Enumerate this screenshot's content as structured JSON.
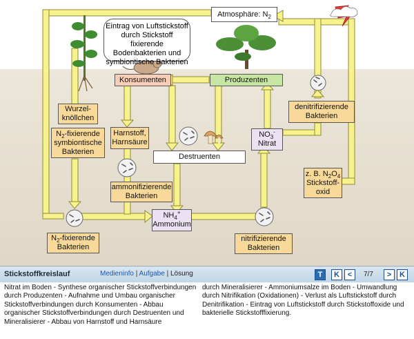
{
  "nodes": {
    "atmosphere": {
      "label": "Atmosphäre: N",
      "sub": "2"
    },
    "bubble_text": "Eintrag von Luftstickstoff durch Stickstoff fixierende Bodenbakterien und symbiontische Bakterien",
    "konsumenten": "Konsumenten",
    "produzenten": "Produzenten",
    "wurzel": [
      "Wurzel-",
      "knöllchen"
    ],
    "n2_fix_sym": {
      "prefix": "N",
      "sub": "2",
      "rest": "-fixierende",
      "line2": "symbiontische",
      "line3": "Bakterien"
    },
    "harnstoff": [
      "Harnstoff,",
      "Harnsäure"
    ],
    "destruenten": "Destruenten",
    "no3": {
      "a": "NO",
      "sub": "3",
      "sup": "-",
      "line2": "Nitrat"
    },
    "denitrif": [
      "denitrifizierende",
      "Bakterien"
    ],
    "stickstoffoxid": {
      "a": "z. B. N",
      "sub1": "2",
      "b": "O",
      "sub2": "4",
      "line2": "Stickstoff-",
      "line3": "oxid"
    },
    "ammonifiz": [
      "ammonifizierende",
      "Bakterien"
    ],
    "nh4": {
      "a": "NH",
      "sub": "4",
      "sup": "+",
      "line2": "Ammonium"
    },
    "n2_fix_bak": {
      "prefix": "N",
      "sub": "2",
      "rest": "-fixierende",
      "line2": "Bakterien"
    },
    "nitrif": [
      "nitrifizierende",
      "Bakterien"
    ]
  },
  "bar": {
    "title": "Stickstoffkreislauf",
    "links": [
      "Medieninfo",
      "Aufgabe",
      "Lösung"
    ],
    "page": "7/7",
    "buttons": [
      "T",
      "K",
      "<",
      ">",
      "K"
    ]
  },
  "description": {
    "col1": "Nitrat im Boden - Synthese organischer Stickstoffverbindungen durch Produzenten - Aufnahme und Umbau organischer Stickstoffverbindungen durch Konsumenten - Abbau organischer Stickstoffverbindungen durch Destruenten und Mineralisierer - Abbau von Harnstoff und Harnsäure",
    "col2": "durch Mineralisierer - Ammoniumsalze im Boden - Umwandlung durch Nitrifikation (Oxidationen) - Verlust als Luftstickstoff durch Denitrifikation - Eintrag von Luftstickstoff durch Stickstoffoxide und bakterielle Stickstofffixierung."
  },
  "colors": {
    "arrow": "#f7f28c",
    "arrow_stroke": "#8f8a3a",
    "bar": "#c2d6e6",
    "link": "#1a56a8"
  }
}
